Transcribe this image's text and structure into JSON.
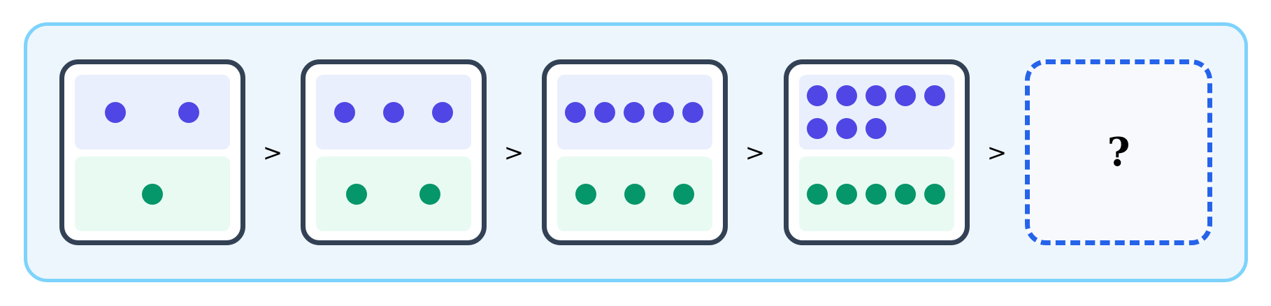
{
  "puzzle": {
    "frames": [
      {
        "top_count": 2,
        "bottom_count": 1
      },
      {
        "top_count": 3,
        "bottom_count": 2
      },
      {
        "top_count": 5,
        "bottom_count": 3
      },
      {
        "top_count": 8,
        "bottom_count": 5
      }
    ],
    "separator": ">",
    "answer_placeholder": "?",
    "colors": {
      "top_dot": "#4f46e5",
      "bottom_dot": "#059669",
      "frame_border": "#334155",
      "answer_border": "#2563eb",
      "outer_border": "#7dd3fc"
    }
  }
}
